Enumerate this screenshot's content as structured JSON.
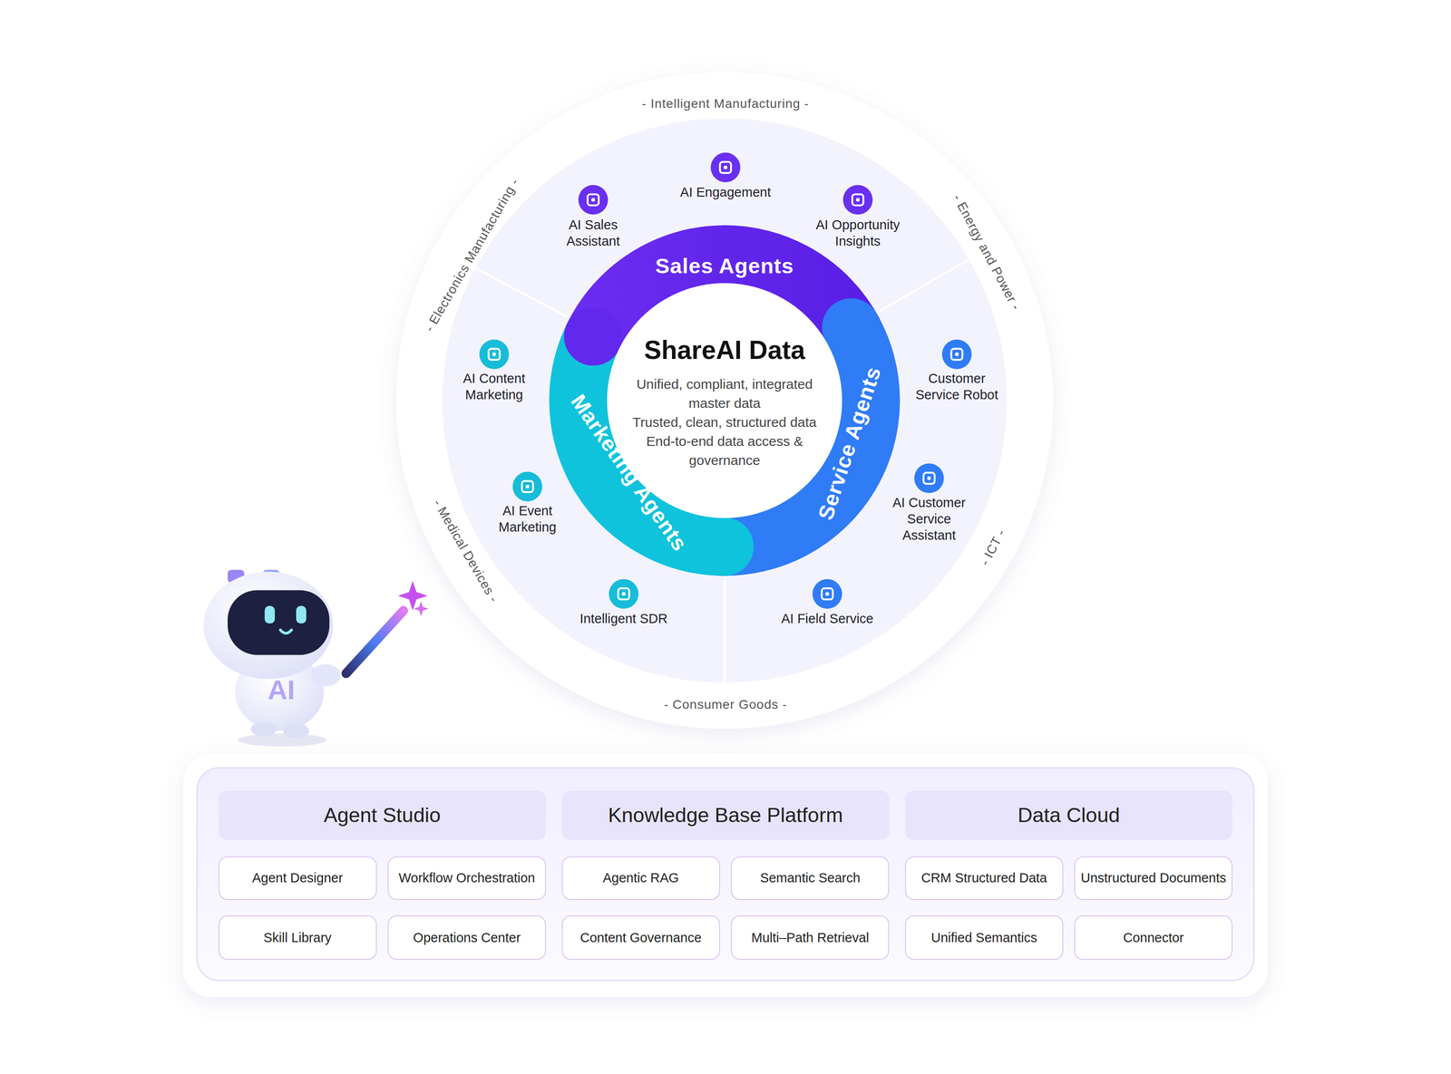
{
  "diagram": {
    "nodes": [
      {
        "text": [
          "ShareAI Data",
          "Unified, compliant, integrated master data",
          "Trusted, clean, structured data",
          "End-to-end data access & governance"
        ]
      },
      {
        "text": [
          "Sales Agents"
        ]
      },
      {
        "text": [
          "Marketing Agents"
        ]
      },
      {
        "text": [
          "Service Agents"
        ]
      },
      {
        "text": [
          "Agent Studio"
        ]
      },
      {
        "text": [
          "Knowledge Base Platform"
        ]
      },
      {
        "text": [
          "Data Cloud"
        ]
      },
      {
        "text": [
          "Agent Designer"
        ]
      },
      {
        "text": [
          "Workflow Orchestration"
        ]
      },
      {
        "text": [
          "Agentic RAG"
        ]
      },
      {
        "text": [
          "Semantic Search"
        ]
      },
      {
        "text": [
          "CRM Structured Data"
        ]
      },
      {
        "text": [
          "Unstructured Documents"
        ]
      },
      {
        "text": [
          "Skill Library"
        ]
      },
      {
        "text": [
          "Operations Center"
        ]
      },
      {
        "text": [
          "Content Governance"
        ]
      },
      {
        "text": [
          "Multi–Path Retrieval"
        ]
      },
      {
        "text": [
          "Unified Semantics"
        ]
      },
      {
        "text": [
          "Connector"
        ]
      }
    ],
    "edges": [],
    "labels": [
      "- Intelligent Manufacturing -",
      "- Energy and Power -",
      "- ICT -",
      "- Consumer Goods -",
      "- Medical Devices -",
      "- Electronics Manufacturing -",
      "AI Sales Assistant",
      "AI Engagement",
      "AI Opportunity Insights",
      "AI Content Marketing",
      "AI Event Marketing",
      "Intelligent SDR",
      "Customer Service Robot",
      "AI Customer Service Assistant",
      "AI Field Service",
      "AI"
    ]
  }
}
